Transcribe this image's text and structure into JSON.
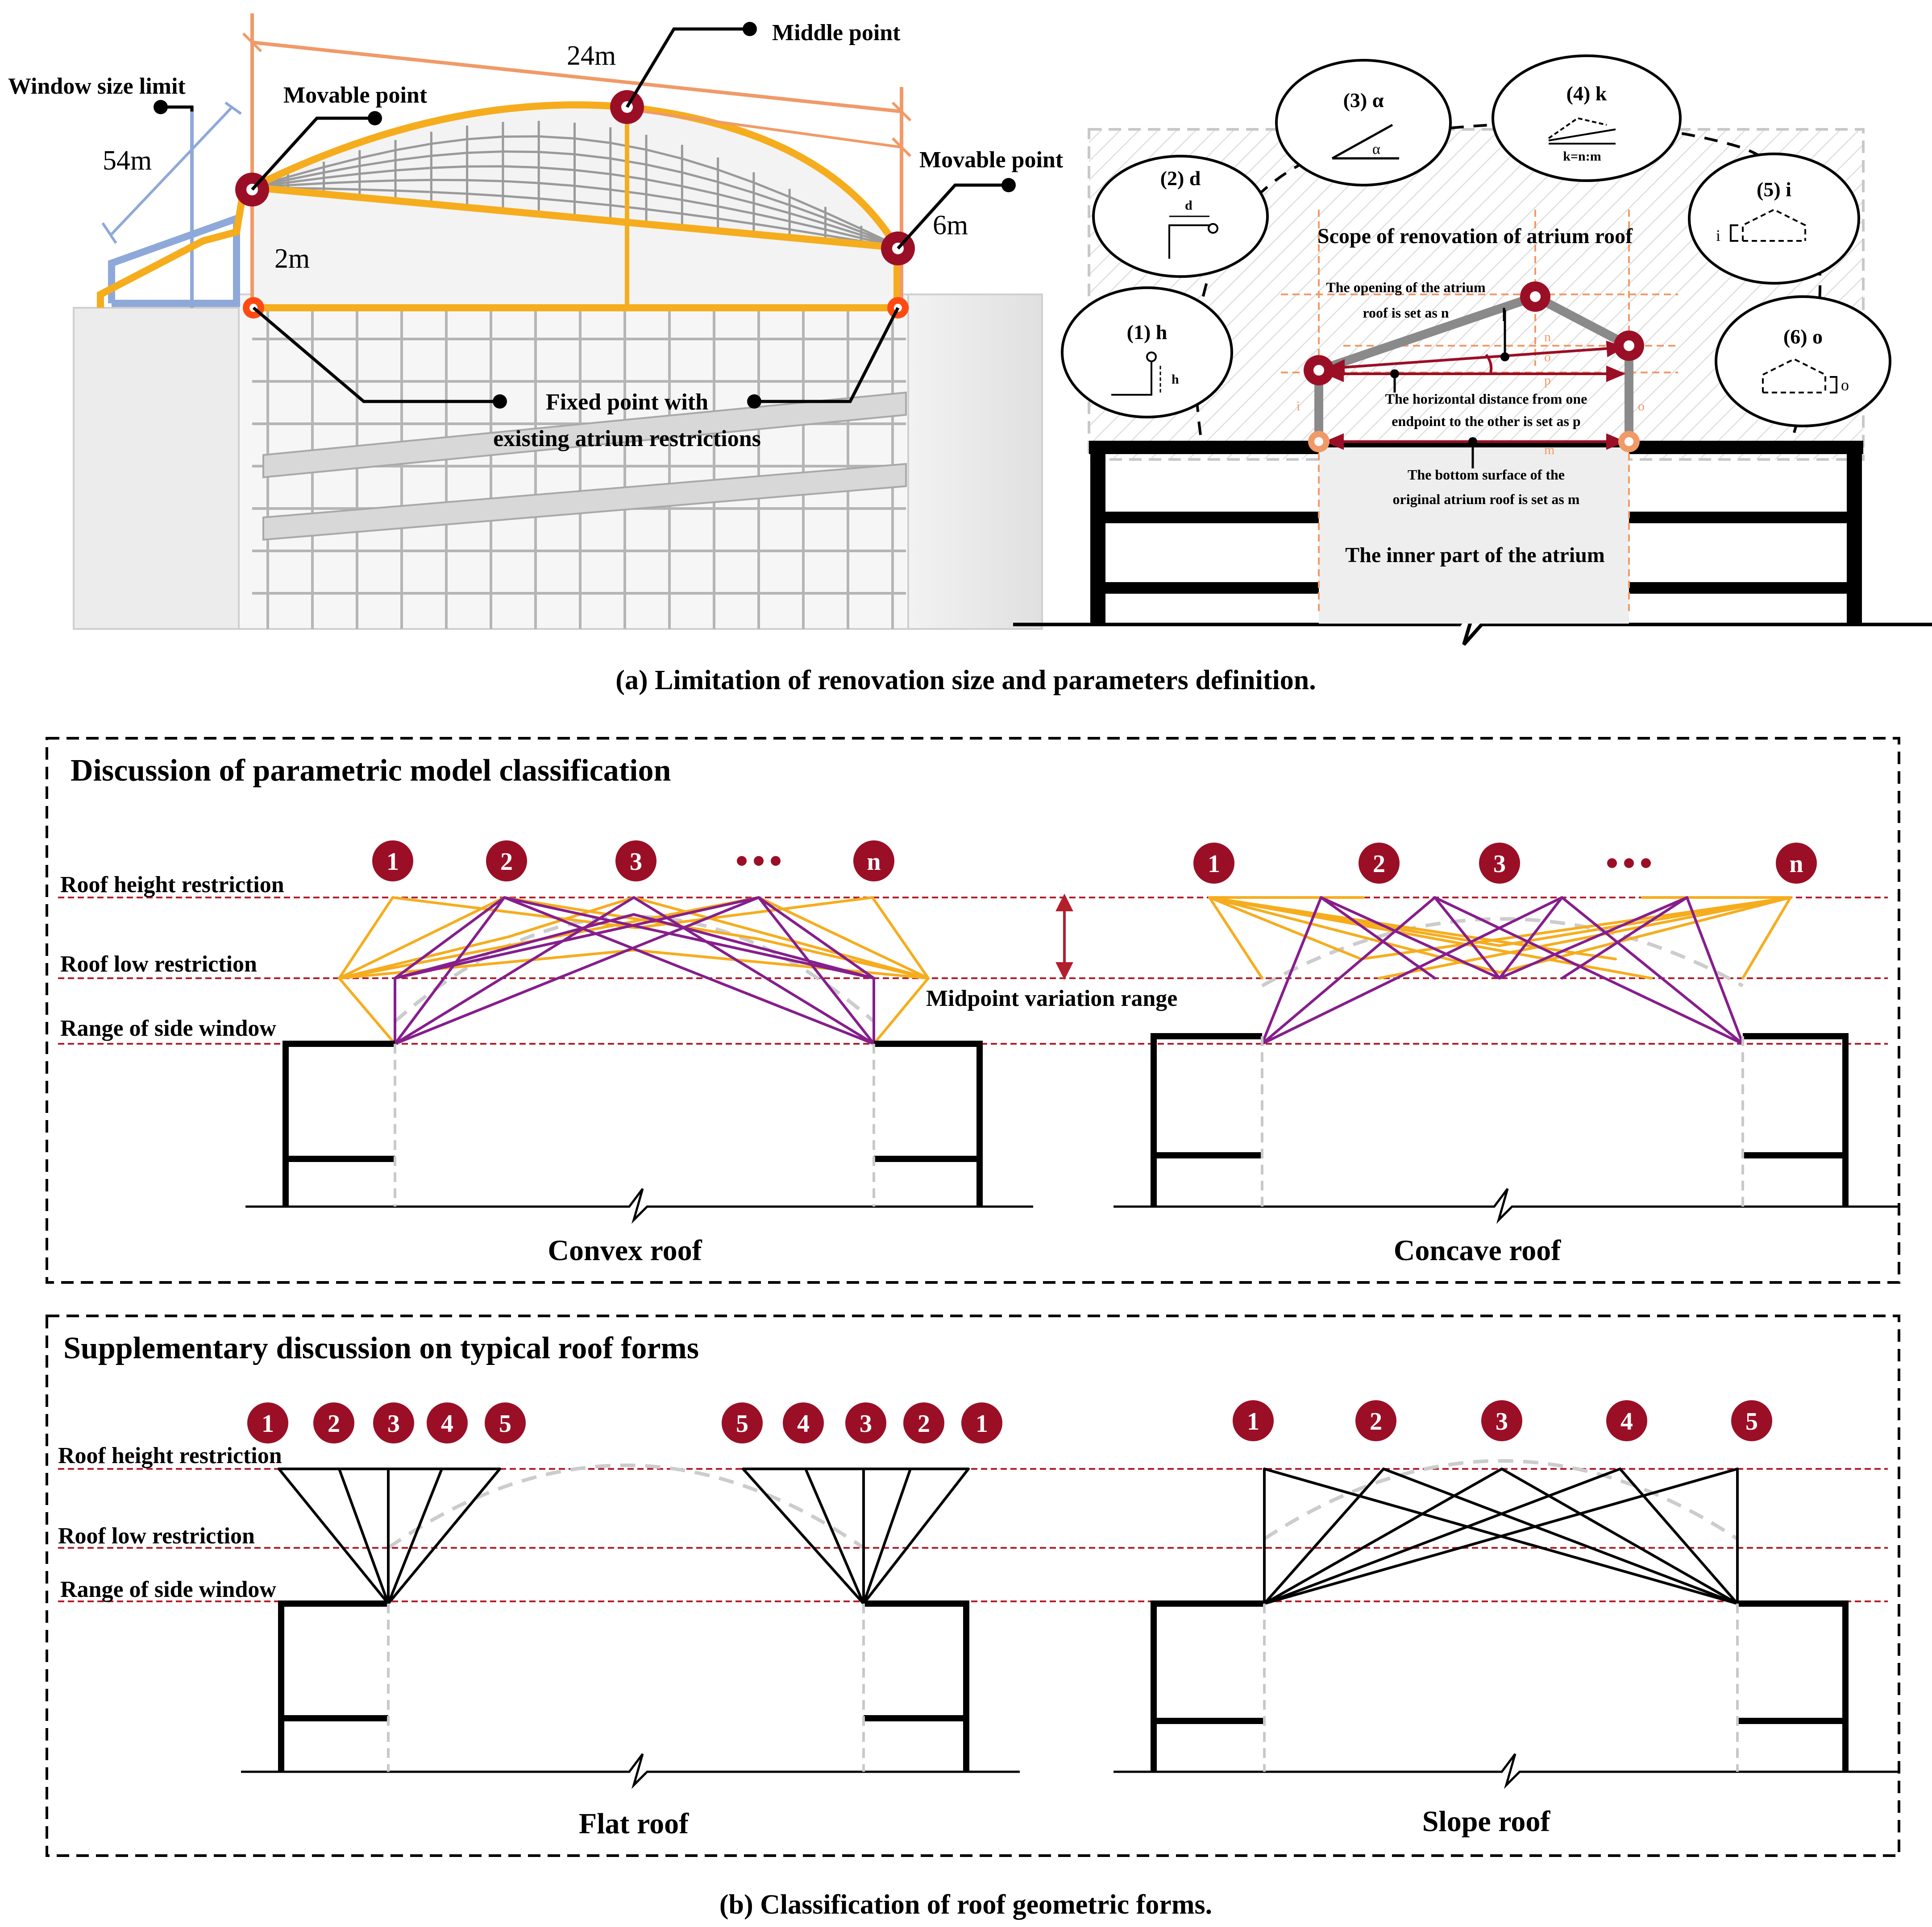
{
  "panel_a": {
    "caption": "(a) Limitation of renovation size and parameters definition.",
    "left": {
      "window_size_limit": "Window size limit",
      "dim_54": "54m",
      "dim_24": "24m",
      "dim_6": "6m",
      "dim_2": "2m",
      "movable_point_left": "Movable point",
      "movable_point_right": "Movable point",
      "middle_point": "Middle point",
      "fixed_line1": "Fixed point with",
      "fixed_line2": "existing atrium restrictions"
    },
    "right": {
      "scope": "Scope of renovation of atrium roof",
      "opening_line1": "The opening of the atrium",
      "opening_line2": "roof is set as n",
      "horiz_line1": "The horizontal distance from one",
      "horiz_line2": "endpoint to the other is set as p",
      "bottom_line1": "The bottom surface of the",
      "bottom_line2": "original atrium roof is set as m",
      "inner": "The inner part of the atrium",
      "mark_n": "n",
      "mark_o": "o",
      "mark_p": "p",
      "mark_m": "m",
      "mark_i": "i",
      "mark_o2": "o",
      "params": [
        {
          "label": "(1) h",
          "sub": "h"
        },
        {
          "label": "(2) d",
          "sub": "d"
        },
        {
          "label": "(3) α",
          "sub": "α"
        },
        {
          "label": "(4) k",
          "sub": "k=n:m"
        },
        {
          "label": "(5) i",
          "sub": "i"
        },
        {
          "label": "(6) o",
          "sub": "o"
        }
      ]
    }
  },
  "panel_b": {
    "caption": "(b) Classification of roof geometric forms.",
    "box1": {
      "title": "Discussion of parametric model classification",
      "roof_height": "Roof height restriction",
      "roof_low": "Roof low restriction",
      "side_window": "Range of side window",
      "midpoint": "Midpoint variation range",
      "convex": "Convex roof",
      "concave": "Concave roof",
      "badges_left": [
        "1",
        "2",
        "3",
        "•••",
        "n"
      ],
      "badges_right": [
        "1",
        "2",
        "3",
        "•••",
        "n"
      ]
    },
    "box2": {
      "title": "Supplementary discussion on typical roof forms",
      "roof_height": "Roof height restriction",
      "roof_low": "Roof low restriction",
      "side_window": "Range of side window",
      "flat": "Flat roof",
      "slope": "Slope roof",
      "badges_flat": [
        "1",
        "2",
        "3",
        "4",
        "5",
        "5",
        "4",
        "3",
        "2",
        "1"
      ],
      "badges_slope": [
        "1",
        "2",
        "3",
        "4",
        "5"
      ]
    }
  },
  "colors": {
    "orange": "#f5ad1e",
    "purple": "#861e8c",
    "dark_red": "#9b0f26",
    "blue": "#8ea9d9",
    "salmon": "#f09a68",
    "red_dash": "#b21f2d"
  }
}
